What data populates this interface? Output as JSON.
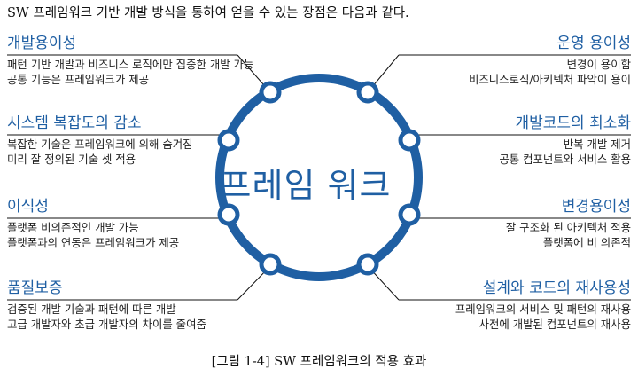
{
  "intro": "SW 프레임워크 기반 개발 방식을 통하여 얻을 수 있는 장점은 다음과 같다.",
  "center": "프레임 워크",
  "caption": "[그림 1-4] SW 프레임워크의 적용 효과",
  "colors": {
    "accent": "#1f5fa3",
    "ring": "#1f5fa3",
    "line": "#111111",
    "text": "#222222"
  },
  "left": [
    {
      "title": "개발용이성",
      "lines": [
        "패턴 기반 개발과 비즈니스 로직에만 집중한 개발 가능",
        "공통 기능은 프레임워크가 제공"
      ]
    },
    {
      "title": "시스템 복잡도의 감소",
      "lines": [
        "복잡한 기술은 프레임워크에 의해 숨겨짐",
        "미리 잘 정의된 기술 셋 적용"
      ]
    },
    {
      "title": "이식성",
      "lines": [
        "플랫폼 비의존적인 개발 가능",
        "플랫폼과의 연동은 프레임워크가 제공"
      ]
    },
    {
      "title": "품질보증",
      "lines": [
        "검증된 개발 기술과 패턴에 따른 개발",
        "고급 개발자와 초급 개발자의 차이를 줄여줌"
      ]
    }
  ],
  "right": [
    {
      "title": "운영 용이성",
      "lines": [
        "변경이 용이함",
        "비즈니스로직/아키텍처 파악이 용이"
      ]
    },
    {
      "title": "개발코드의 최소화",
      "lines": [
        "반복 개발 제거",
        "공통 컴포넌트와 서비스 활용"
      ]
    },
    {
      "title": "변경용이성",
      "lines": [
        "잘 구조화 된 아키텍처 적용",
        "플랫폼에 비 의존적"
      ]
    },
    {
      "title": "설계와 코드의 재사용성",
      "lines": [
        "프레임워크의 서비스 및 패턴의 재사용",
        "사전에 개발된 컴포넌트의 재사용"
      ]
    }
  ]
}
